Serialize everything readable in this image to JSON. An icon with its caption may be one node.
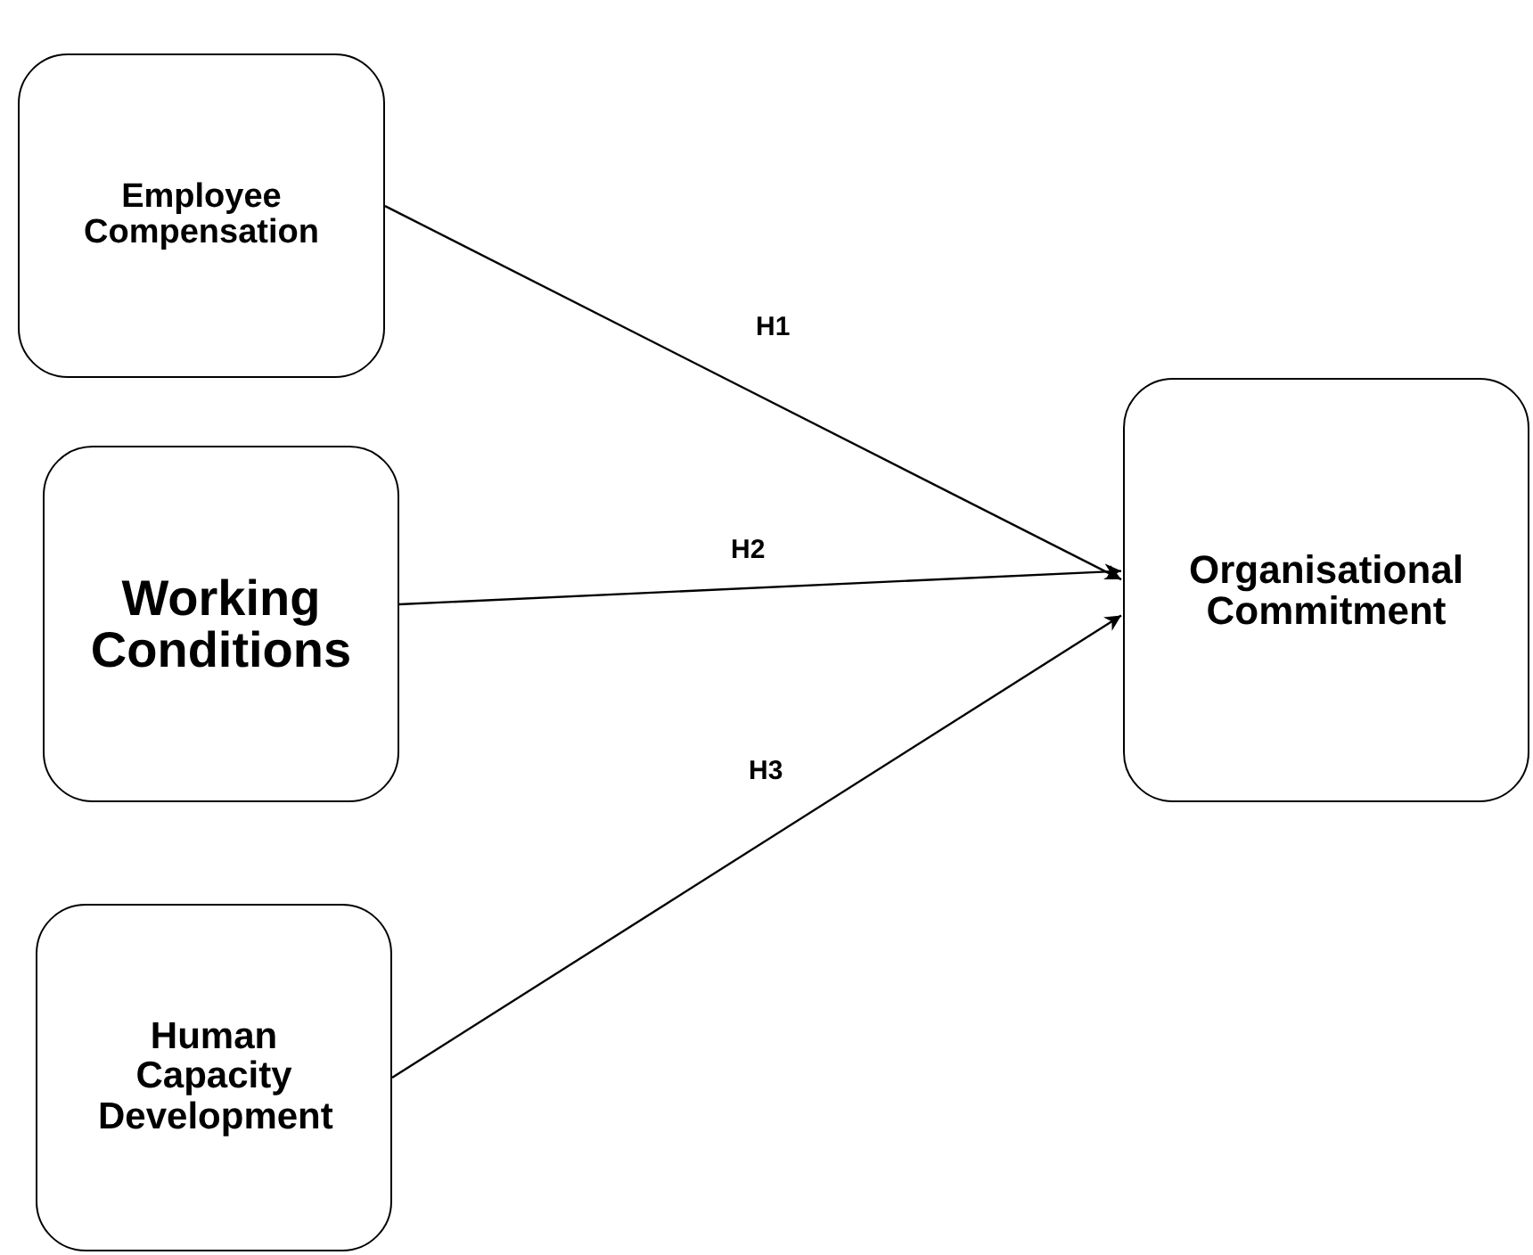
{
  "diagram": {
    "nodes": [
      {
        "text": [
          "Employee Compensation"
        ]
      },
      {
        "text": [
          "Working Conditions"
        ]
      },
      {
        "text": [
          "Human Capacity Development"
        ]
      },
      {
        "text": [
          "Organisational Commitment"
        ]
      }
    ],
    "edges": [
      {
        "from": 0,
        "to": 3,
        "arrow": "to",
        "label": "H1"
      },
      {
        "from": 1,
        "to": 3,
        "arrow": "to",
        "label": "H2"
      },
      {
        "from": 2,
        "to": 3,
        "arrow": "to",
        "label": "H3"
      }
    ]
  }
}
